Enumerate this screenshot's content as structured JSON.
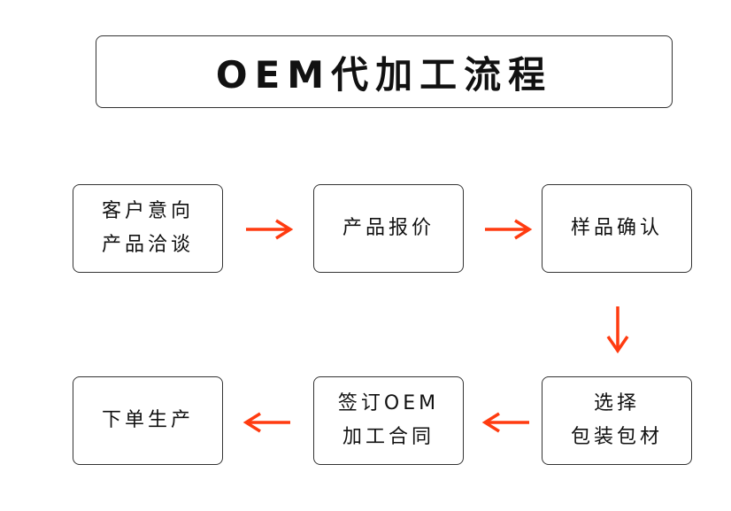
{
  "title": "OEM代加工流程",
  "arrow_color": "#ff3b10",
  "border_color": "#333333",
  "steps": [
    {
      "lines": [
        "客户意向",
        "产品洽谈"
      ]
    },
    {
      "lines": [
        "产品报价"
      ]
    },
    {
      "lines": [
        "样品确认"
      ]
    },
    {
      "lines": [
        "选择",
        "包装包材"
      ]
    },
    {
      "lines": [
        "签订OEM",
        "加工合同"
      ]
    },
    {
      "lines": [
        "下单生产"
      ]
    }
  ]
}
